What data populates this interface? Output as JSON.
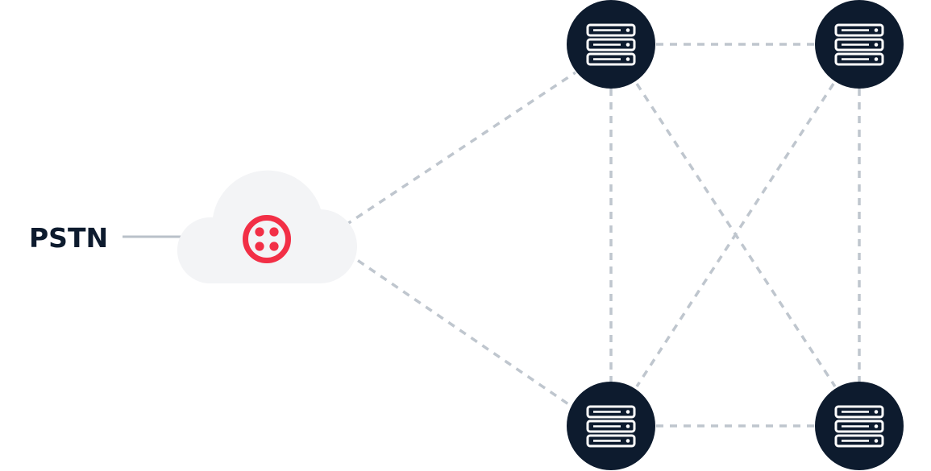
{
  "pstn": {
    "label": "PSTN"
  },
  "cloud": {
    "icon": "twilio-logo-icon"
  },
  "servers": [
    {
      "id": "server-top-left",
      "icon": "server-stack-icon"
    },
    {
      "id": "server-top-right",
      "icon": "server-stack-icon"
    },
    {
      "id": "server-bottom-left",
      "icon": "server-stack-icon"
    },
    {
      "id": "server-bottom-right",
      "icon": "server-stack-icon"
    }
  ],
  "colors": {
    "text": "#0d1b2e",
    "pstn_line": "#b9c1c9",
    "cloud_fill": "#f3f4f6",
    "twilio_red": "#f22f46",
    "server_fill": "#0d1b2e",
    "server_icon": "#ffffff",
    "dashed_link": "#bfc6ce"
  }
}
